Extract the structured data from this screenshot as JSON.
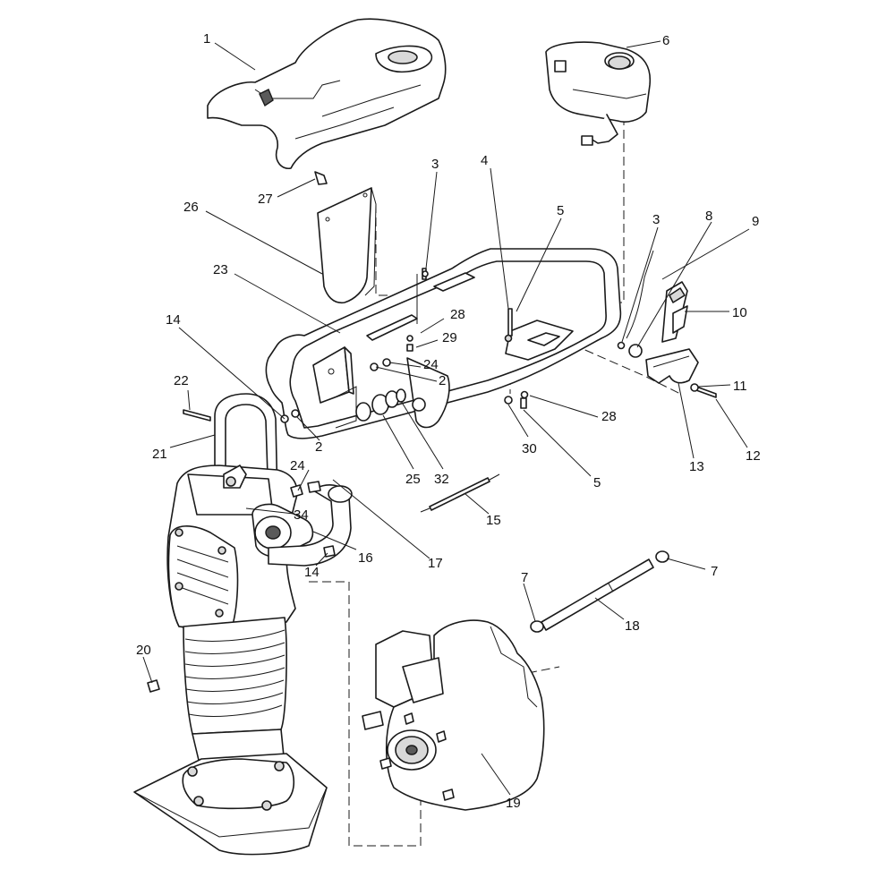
{
  "callouts": {
    "c1": "1",
    "c2a": "2",
    "c2b": "2",
    "c3a": "3",
    "c3b": "3",
    "c4": "4",
    "c5a": "5",
    "c5b": "5",
    "c6": "6",
    "c7a": "7",
    "c7b": "7",
    "c8": "8",
    "c9": "9",
    "c10": "10",
    "c11": "11",
    "c12": "12",
    "c13": "13",
    "c14a": "14",
    "c14b": "14",
    "c15": "15",
    "c16": "16",
    "c17": "17",
    "c18": "18",
    "c19": "19",
    "c20": "20",
    "c21": "21",
    "c22": "22",
    "c23": "23",
    "c24a": "24",
    "c24b": "24",
    "c25": "25",
    "c26": "26",
    "c27": "27",
    "c28a": "28",
    "c28b": "28",
    "c29": "29",
    "c30": "30",
    "c32": "32",
    "c34": "34"
  }
}
